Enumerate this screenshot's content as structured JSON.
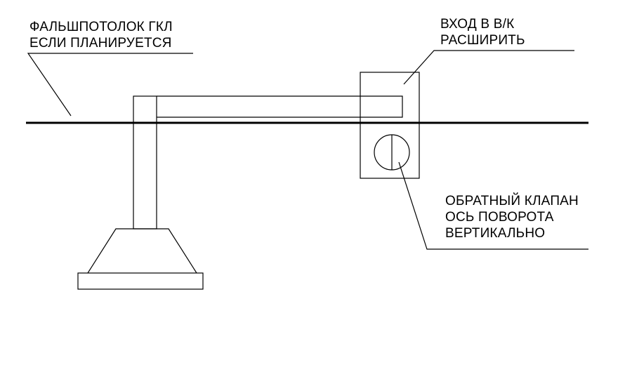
{
  "labels": {
    "ceiling": [
      "ФАЛЬШПОТОЛОК ГКЛ",
      "ЕСЛИ ПЛАНИРУЕТСЯ"
    ],
    "inlet": [
      "ВХОД В В/К",
      "РАСШИРИТЬ"
    ],
    "valve": [
      "ОБРАТНЫЙ КЛАПАН",
      "ОСЬ ПОВОРОТА",
      "ВЕРТИКАЛЬНО"
    ]
  },
  "colors": {
    "stroke": "#000000",
    "background": "#ffffff"
  }
}
